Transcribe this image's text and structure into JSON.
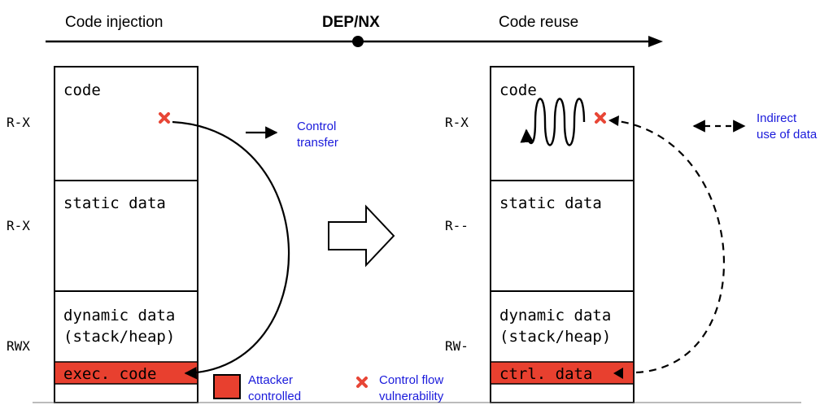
{
  "timeline": {
    "left_label": "Code injection",
    "middle_label": "DEP/NX",
    "right_label": "Code reuse"
  },
  "left_memory": {
    "segments": [
      "code",
      "static data",
      "dynamic data",
      "(stack/heap)"
    ],
    "highlight_label": "exec. code",
    "permissions": [
      "R-X",
      "R-X",
      "RWX"
    ]
  },
  "right_memory": {
    "segments": [
      "code",
      "static data",
      "dynamic data",
      "(stack/heap)"
    ],
    "highlight_label": "ctrl. data",
    "permissions": [
      "R-X",
      "R--",
      "RW-"
    ]
  },
  "legend": {
    "control_transfer": [
      "Control",
      "transfer"
    ],
    "indirect_use": [
      "Indirect",
      "use of data"
    ],
    "attacker_controlled": [
      "Attacker",
      "controlled"
    ],
    "vulnerability": [
      "Control flow",
      "vulnerability"
    ]
  },
  "colors": {
    "attacker_red": "#e8402f",
    "marker_red": "#e84636",
    "legend_blue": "#1a1adb",
    "ink": "#000000"
  }
}
